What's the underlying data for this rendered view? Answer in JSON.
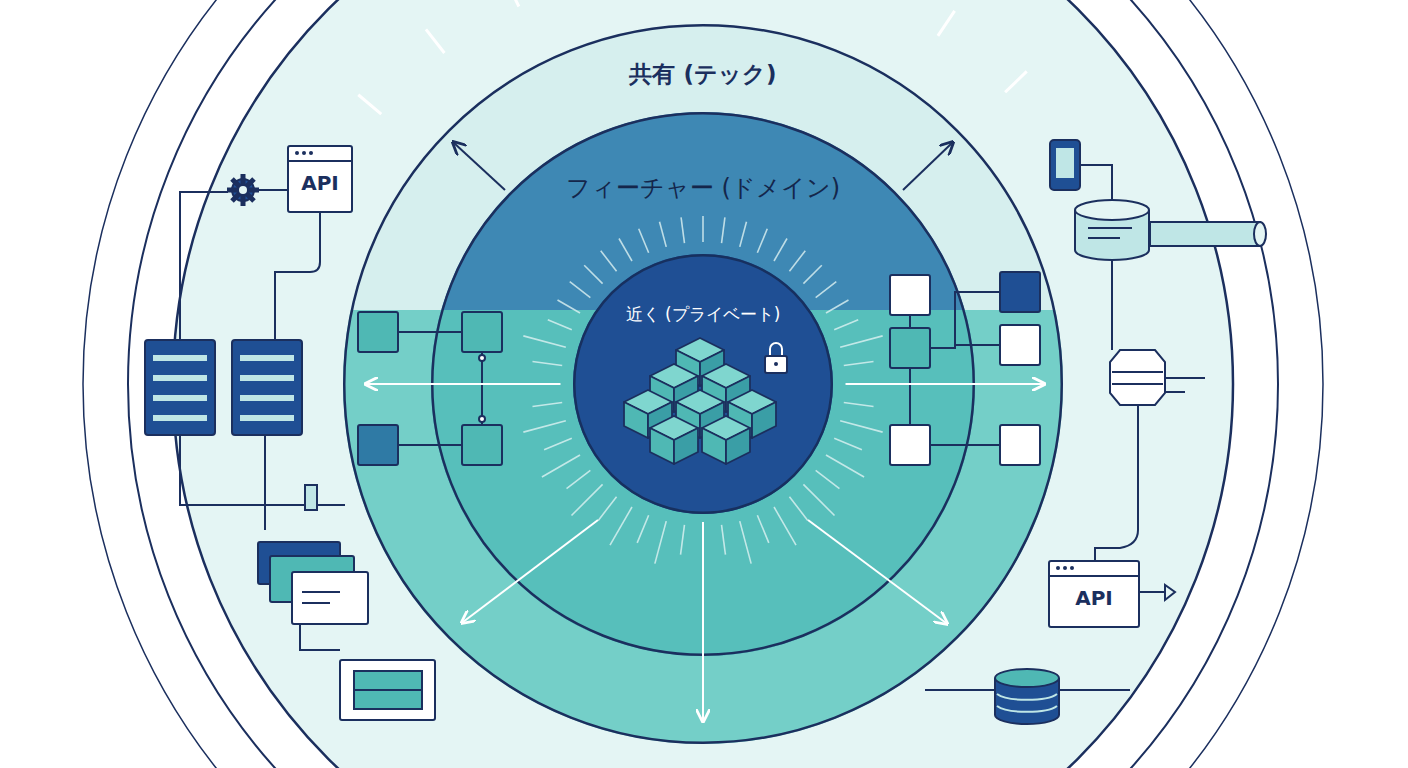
{
  "diagram": {
    "nodes": [
      {
        "text": [
          "共有 (テック)"
        ]
      },
      {
        "text": [
          "フィーチャー (ドメイン)"
        ],
        "in": 0
      },
      {
        "text": [
          "近く (プライベート)"
        ],
        "in": 1
      },
      {
        "text": [
          "API"
        ]
      },
      {
        "text": [
          "API"
        ]
      }
    ]
  }
}
